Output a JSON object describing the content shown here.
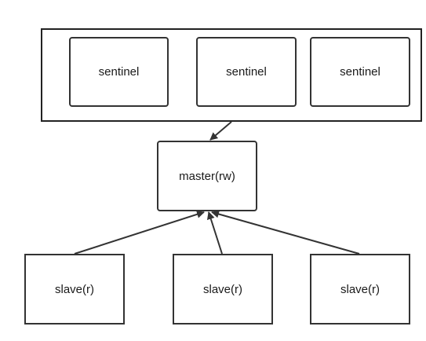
{
  "sentinels": [
    {
      "label": "sentinel"
    },
    {
      "label": "sentinel"
    },
    {
      "label": "sentinel"
    }
  ],
  "master": {
    "label": "master(rw)"
  },
  "slaves": [
    {
      "label": "slave(r)"
    },
    {
      "label": "slave(r)"
    },
    {
      "label": "slave(r)"
    }
  ],
  "colors": {
    "stroke": "#333333",
    "background": "#ffffff"
  }
}
